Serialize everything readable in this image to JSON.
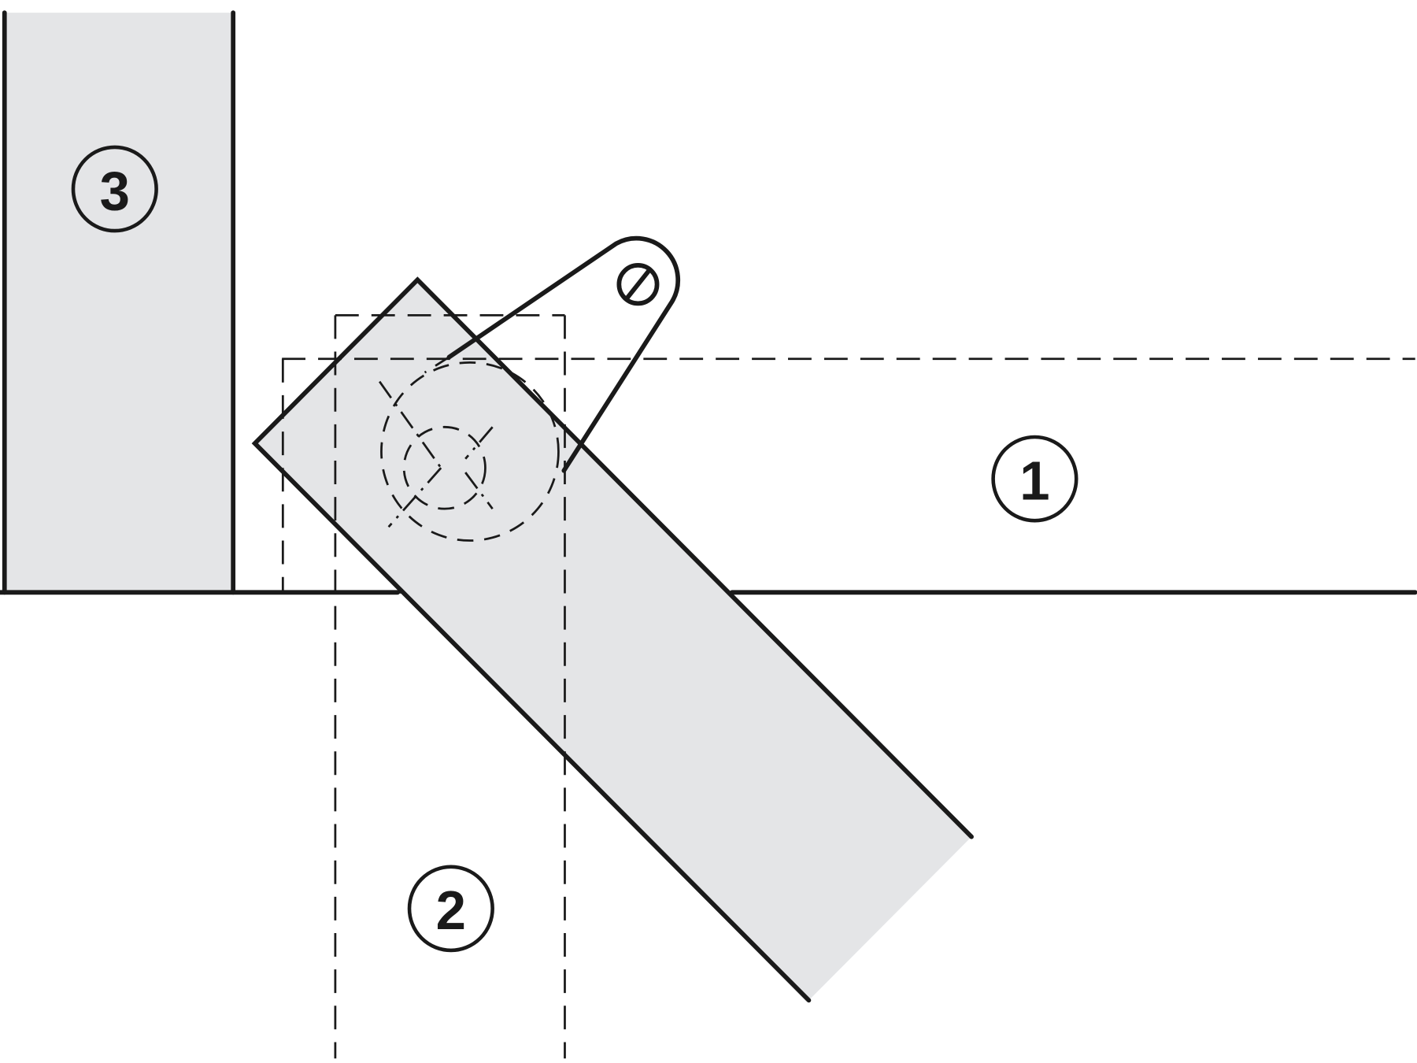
{
  "diagram": {
    "labels": {
      "part1": "1",
      "part2": "2",
      "part3": "3"
    },
    "colors": {
      "fill": "#e4e5e7",
      "line": "#1a1a1a",
      "background": "#ffffff"
    },
    "icons": [
      "screw-icon"
    ]
  }
}
